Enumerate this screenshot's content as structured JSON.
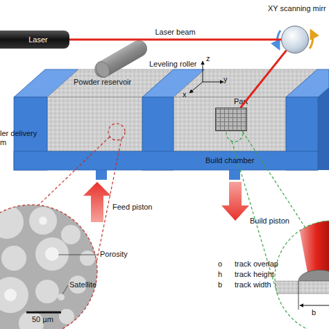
{
  "diagram": {
    "nodes": [
      {
        "text": [
          "Laser"
        ]
      },
      {
        "text": [
          "XY scanning mirr"
        ]
      },
      {
        "text": [
          "Part"
        ]
      }
    ],
    "edges": [
      {
        "from": 0,
        "to": 1,
        "label": "Laser beam",
        "arrow": "none"
      },
      {
        "from": 1,
        "to": 2,
        "arrow": "none"
      }
    ],
    "labels": [
      "Leveling roller",
      "Powder reservoir",
      "z",
      "y",
      "x",
      "ler delivery m",
      "Build chamber",
      "Feed piston",
      "Build piston",
      "Porosity",
      "Satellite",
      "50 µm",
      "o",
      "track overlap",
      "h",
      "track height",
      "b",
      "track width",
      "b"
    ]
  }
}
